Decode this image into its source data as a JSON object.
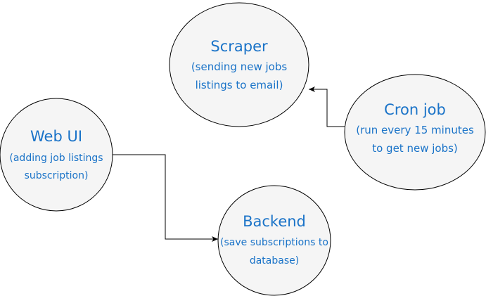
{
  "colors": {
    "node_fill": "#f5f5f5",
    "node_stroke": "#000000",
    "text": "#1a73c8",
    "edge": "#000000"
  },
  "nodes": {
    "scraper": {
      "title": "Scraper",
      "line1": "(sending new jobs",
      "line2": "listings to email)"
    },
    "cron_job": {
      "title": "Cron job",
      "line1": "(run every 15 minutes",
      "line2": "to get new jobs)"
    },
    "web_ui": {
      "title": "Web UI",
      "line1": "(adding job listings",
      "line2": "subscription)"
    },
    "backend": {
      "title": "Backend",
      "line1": "(save subscriptions to",
      "line2": "database)"
    }
  },
  "edges": [
    {
      "from": "cron_job",
      "to": "scraper"
    },
    {
      "from": "web_ui",
      "to": "backend"
    }
  ]
}
